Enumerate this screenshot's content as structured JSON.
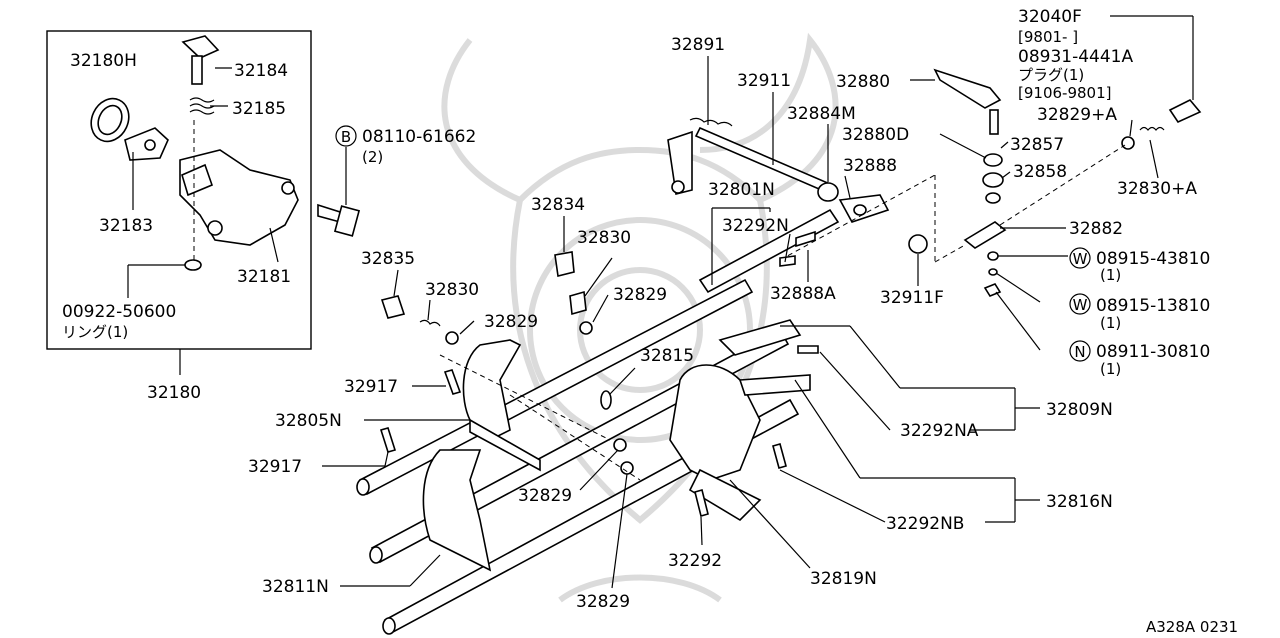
{
  "diagram": {
    "watermark_icon": "samurai-helmet-icon",
    "footer_code": "A328A 0231",
    "inset": {
      "assembly_label": "32180"
    },
    "labels": [
      {
        "key": "l32180H",
        "text": "32180H"
      },
      {
        "key": "l32184",
        "text": "32184"
      },
      {
        "key": "l32185",
        "text": "32185"
      },
      {
        "key": "l32183",
        "text": "32183"
      },
      {
        "key": "l32181",
        "text": "32181"
      },
      {
        "key": "l00922",
        "text": "00922-50600"
      },
      {
        "key": "l00922sub",
        "text": "リング(1)"
      },
      {
        "key": "lBolt",
        "text": "08110-61662"
      },
      {
        "key": "lBoltSub",
        "text": "(2)"
      },
      {
        "key": "l32891",
        "text": "32891"
      },
      {
        "key": "l32911",
        "text": "32911"
      },
      {
        "key": "l32880",
        "text": "32880"
      },
      {
        "key": "l32040F",
        "text": "32040F"
      },
      {
        "key": "l9801",
        "text": "[9801-     ]"
      },
      {
        "key": "l08931",
        "text": "08931-4441A"
      },
      {
        "key": "lPlug",
        "text": "プラグ(1)"
      },
      {
        "key": "l9106",
        "text": "[9106-9801]"
      },
      {
        "key": "l32884M",
        "text": "32884M"
      },
      {
        "key": "l32880D",
        "text": "32880D"
      },
      {
        "key": "l32829A",
        "text": "32829+A"
      },
      {
        "key": "l32857",
        "text": "32857"
      },
      {
        "key": "l32888",
        "text": "32888"
      },
      {
        "key": "l32858",
        "text": "32858"
      },
      {
        "key": "l32830A",
        "text": "32830+A"
      },
      {
        "key": "l32801N",
        "text": "32801N"
      },
      {
        "key": "l32834",
        "text": "32834"
      },
      {
        "key": "l32292N",
        "text": "32292N"
      },
      {
        "key": "l32830a",
        "text": "32830"
      },
      {
        "key": "l32882",
        "text": "32882"
      },
      {
        "key": "l32835",
        "text": "32835"
      },
      {
        "key": "lW1",
        "text": "08915-43810"
      },
      {
        "key": "lW1sub",
        "text": "(1)"
      },
      {
        "key": "l32830b",
        "text": "32830"
      },
      {
        "key": "l32888A",
        "text": "32888A"
      },
      {
        "key": "l32911F",
        "text": "32911F"
      },
      {
        "key": "l32829a",
        "text": "32829"
      },
      {
        "key": "lW2",
        "text": "08915-13810"
      },
      {
        "key": "lW2sub",
        "text": "(1)"
      },
      {
        "key": "l32829b",
        "text": "32829"
      },
      {
        "key": "lN1",
        "text": "08911-30810"
      },
      {
        "key": "lN1sub",
        "text": "(1)"
      },
      {
        "key": "l32815",
        "text": "32815"
      },
      {
        "key": "l32917a",
        "text": "32917"
      },
      {
        "key": "l32809N",
        "text": "32809N"
      },
      {
        "key": "l32805N",
        "text": "32805N"
      },
      {
        "key": "l32292NA",
        "text": "32292NA"
      },
      {
        "key": "l32917b",
        "text": "32917"
      },
      {
        "key": "l32829c",
        "text": "32829"
      },
      {
        "key": "l32816N",
        "text": "32816N"
      },
      {
        "key": "l32292NB",
        "text": "32292NB"
      },
      {
        "key": "l32292",
        "text": "32292"
      },
      {
        "key": "l32811N",
        "text": "32811N"
      },
      {
        "key": "l32819N",
        "text": "32819N"
      },
      {
        "key": "l32829d",
        "text": "32829"
      }
    ],
    "callouts": {
      "bolt": "B",
      "washer_1": "W",
      "washer_2": "W",
      "nut": "N"
    }
  }
}
